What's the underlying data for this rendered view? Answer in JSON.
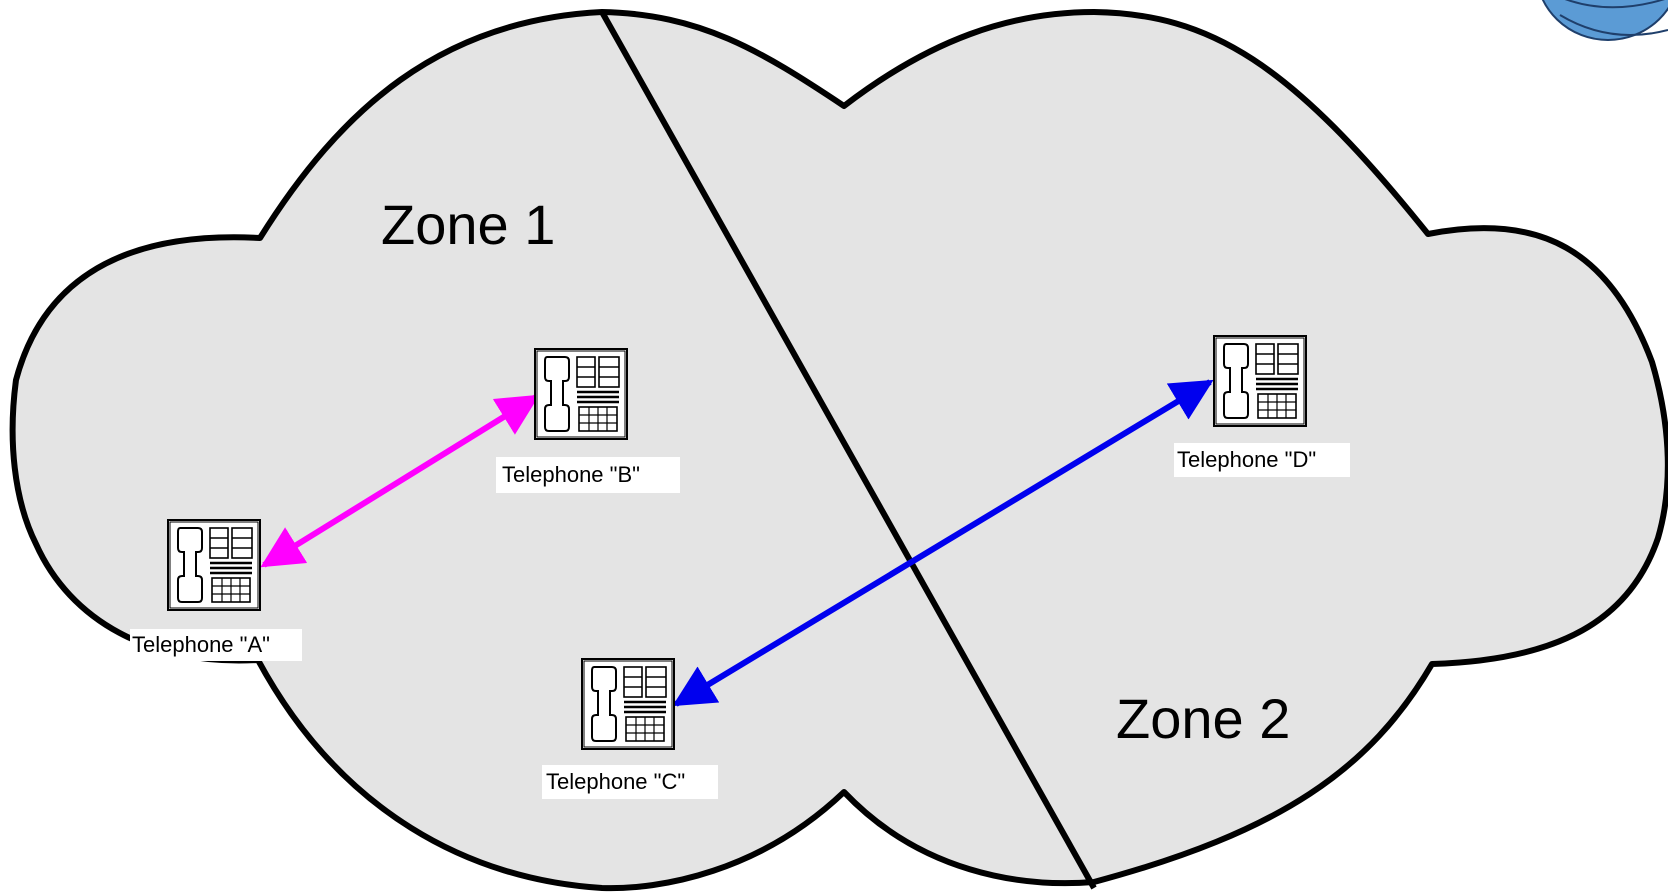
{
  "zones": [
    {
      "id": "zone-1",
      "label": "Zone 1"
    },
    {
      "id": "zone-2",
      "label": "Zone 2"
    }
  ],
  "telephones": [
    {
      "id": "a",
      "label": "Telephone \"A\""
    },
    {
      "id": "b",
      "label": "Telephone \"B\""
    },
    {
      "id": "c",
      "label": "Telephone \"C\""
    },
    {
      "id": "d",
      "label": "Telephone \"D\""
    }
  ],
  "connections": [
    {
      "from": "Telephone \"A\"",
      "to": "Telephone \"B\"",
      "color": "#ff00ff",
      "arrowheads": "both"
    },
    {
      "from": "Telephone \"C\"",
      "to": "Telephone \"D\"",
      "color": "#0000ee",
      "arrowheads": "both"
    }
  ],
  "colors": {
    "cloud_fill": "#e4e4e4",
    "outline": "#000000",
    "globe": "#5b9bd5"
  }
}
